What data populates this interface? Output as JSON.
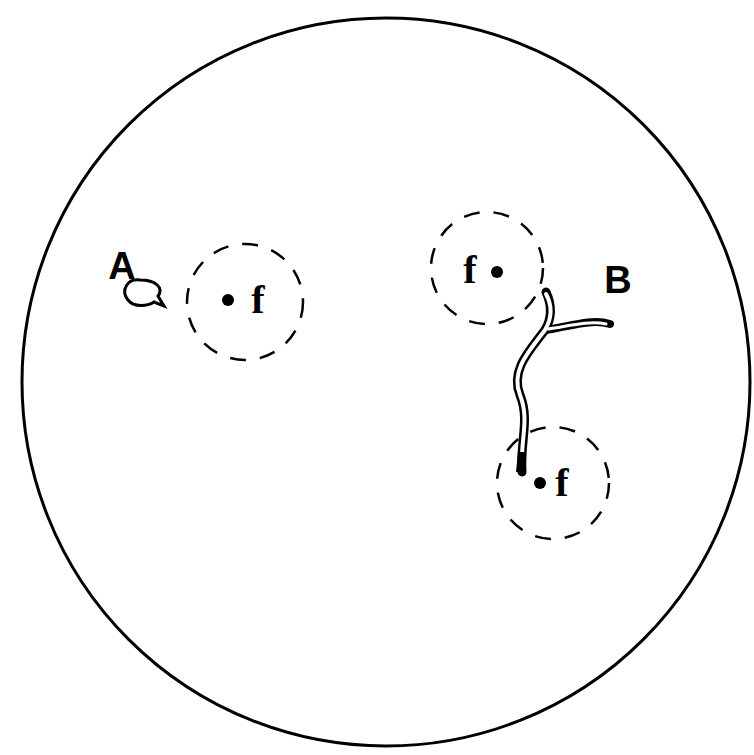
{
  "diagram": {
    "nodes": [
      {
        "text": [
          "f"
        ]
      },
      {
        "text": [
          "f"
        ]
      },
      {
        "text": [
          "f"
        ]
      }
    ],
    "labels": [
      "A",
      "B"
    ]
  }
}
